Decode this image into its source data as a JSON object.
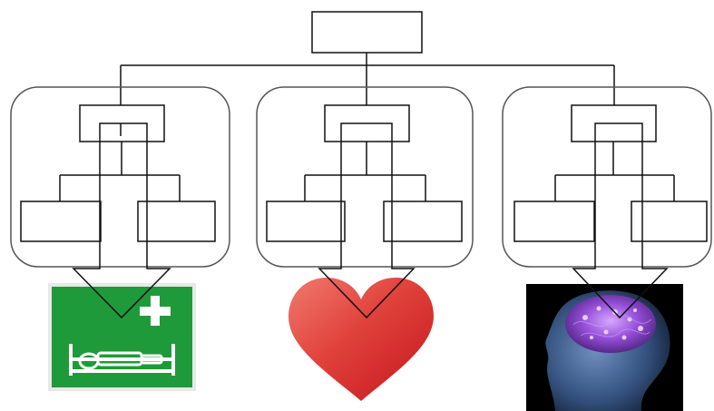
{
  "diagram": {
    "root_node": {
      "label": ""
    },
    "groups": [
      {
        "id": "left",
        "top_node_label": "",
        "left_child_label": "",
        "right_child_label": "",
        "image": {
          "icon": "first-aid-stretcher-sign-icon",
          "background": "#1f9a3a",
          "border": "#e6e6e6"
        }
      },
      {
        "id": "middle",
        "top_node_label": "",
        "left_child_label": "",
        "right_child_label": "",
        "image": {
          "icon": "heart-icon",
          "color": "#d9332d"
        }
      },
      {
        "id": "right",
        "top_node_label": "",
        "left_child_label": "",
        "right_child_label": "",
        "image": {
          "icon": "head-brain-icon",
          "background": "#000000",
          "brain_color": "#8a4fd0"
        }
      }
    ]
  },
  "colors": {
    "stroke": "#111111",
    "group_border": "#555555",
    "background": "#ffffff"
  }
}
